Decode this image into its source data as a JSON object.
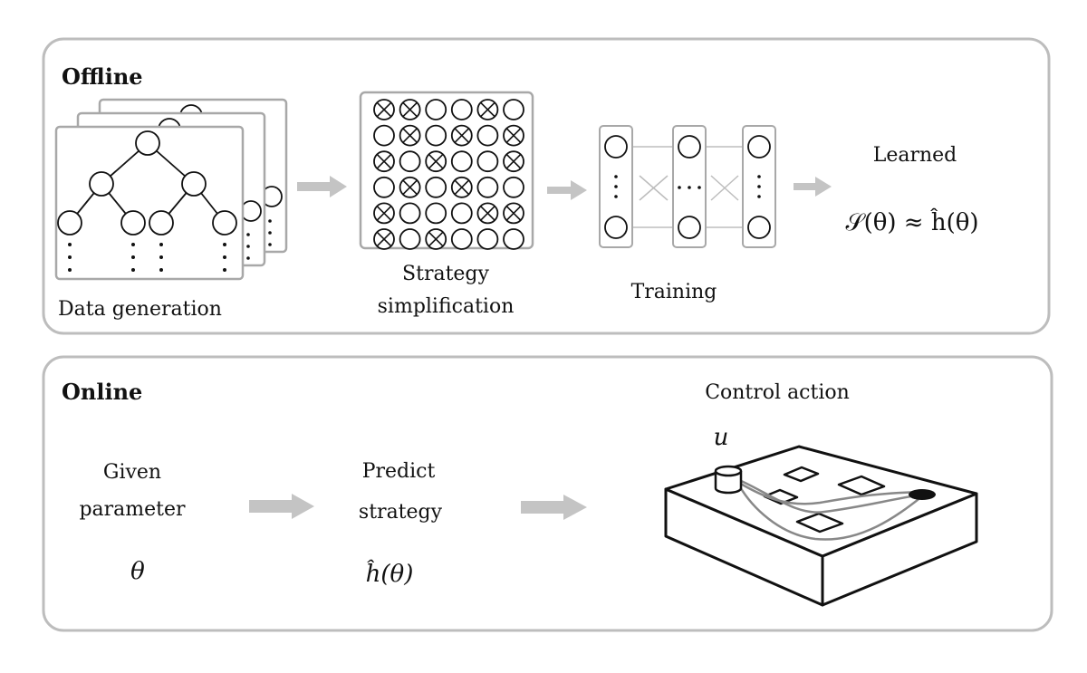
{
  "offline": {
    "title": "Offline",
    "data_generation_label": "Data generation",
    "strategy_label_1": "Strategy",
    "strategy_label_2": "simplification",
    "training_label": "Training",
    "learned_label": "Learned",
    "learned_formula": "𝒮(θ) ≈ ĥ(θ)",
    "grid_marks": [
      [
        1,
        1,
        0,
        0,
        1,
        0
      ],
      [
        0,
        1,
        0,
        1,
        0,
        1
      ],
      [
        1,
        0,
        1,
        0,
        0,
        1
      ],
      [
        0,
        1,
        0,
        1,
        0,
        0
      ],
      [
        1,
        0,
        0,
        0,
        1,
        1
      ],
      [
        1,
        0,
        1,
        0,
        0,
        0
      ]
    ]
  },
  "online": {
    "title": "Online",
    "given_label_1": "Given",
    "given_label_2": "parameter",
    "theta_symbol": "θ",
    "predict_label_1": "Predict",
    "predict_label_2": "strategy",
    "h_theta": "ĥ(θ)",
    "control_label": "Control action",
    "u_symbol": "u"
  },
  "colors": {
    "panel_border": "#bdbdbd",
    "arrow": "#c4c4c4",
    "frame": "#a8a8a8",
    "ink": "#111111"
  }
}
